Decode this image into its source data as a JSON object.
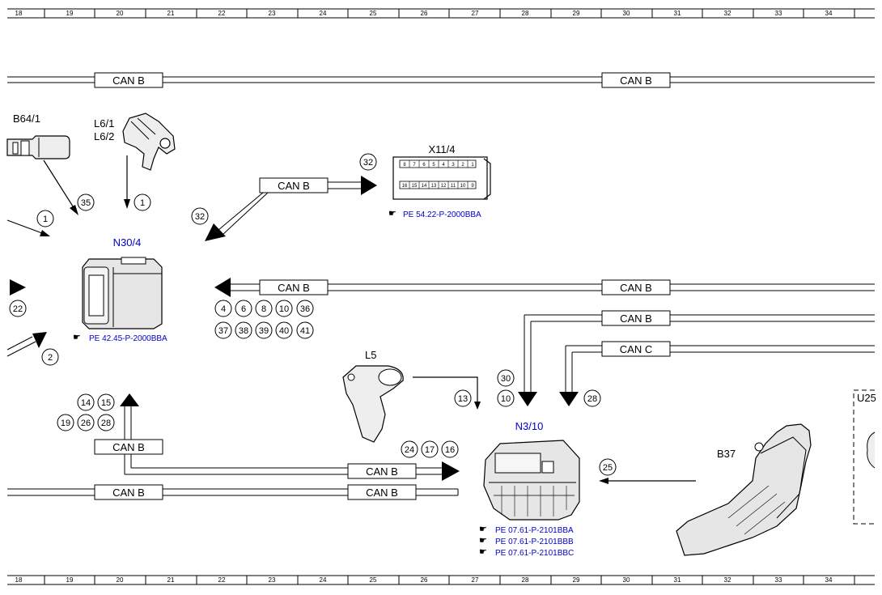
{
  "ruler": {
    "columns": [
      "18",
      "19",
      "20",
      "21",
      "22",
      "23",
      "24",
      "25",
      "26",
      "27",
      "28",
      "29",
      "30",
      "31",
      "32",
      "33",
      "34"
    ]
  },
  "bus_labels": {
    "can_b": "CAN B",
    "can_c": "CAN C"
  },
  "components": {
    "b64_1": "B64/1",
    "l6_1": "L6/1",
    "l6_2": "L6/2",
    "x11_4": "X11/4",
    "n30_4": "N30/4",
    "l5": "L5",
    "n3_10": "N3/10",
    "b37": "B37",
    "u25": "U25"
  },
  "connector_pins": {
    "top": [
      "8",
      "7",
      "6",
      "5",
      "4",
      "3",
      "2",
      "1"
    ],
    "bottom": [
      "16",
      "15",
      "14",
      "13",
      "12",
      "11",
      "10",
      "9"
    ]
  },
  "references": {
    "x11_4": "PE 54.22-P-2000BBA",
    "n30_4": "PE 42.45-P-2000BBA",
    "n3_10": [
      "PE 07.61-P-2101BBA",
      "PE 07.61-P-2101BBB",
      "PE 07.61-P-2101BBC"
    ]
  },
  "bubbles": {
    "b35": "35",
    "b1a": "1",
    "b1b": "1",
    "b32a": "32",
    "b32b": "32",
    "b22": "22",
    "b2": "2",
    "g4": "4",
    "g6": "6",
    "g8": "8",
    "g10": "10",
    "g36": "36",
    "g37": "37",
    "g38": "38",
    "g39": "39",
    "g40": "40",
    "g41": "41",
    "b14": "14",
    "b15": "15",
    "b19": "19",
    "b26": "26",
    "b28a": "28",
    "b24": "24",
    "b17": "17",
    "b16": "16",
    "b13": "13",
    "b30": "30",
    "b10": "10",
    "b28b": "28",
    "b25": "25"
  },
  "colors": {
    "link_blue": "#0000cc",
    "line": "#000000",
    "component_grey": "#e6e6e6"
  },
  "icons": {
    "reference": "pointing-hand-icon"
  }
}
